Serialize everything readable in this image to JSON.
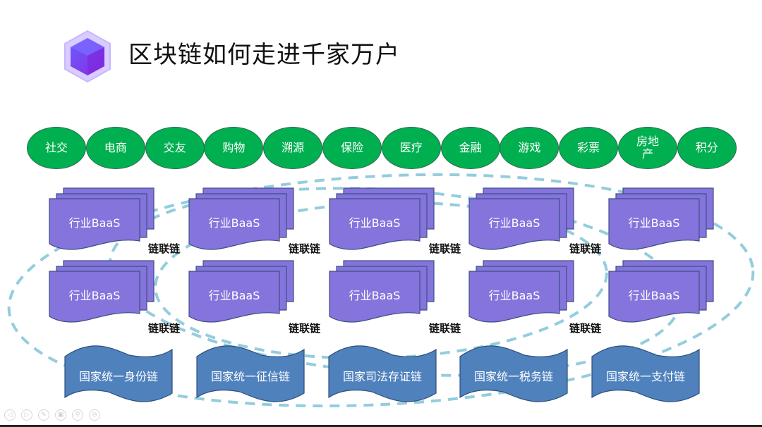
{
  "title": "区块链如何走进千家万户",
  "colors": {
    "pill_fill": "#00b050",
    "baas_fill": "#8474dc",
    "chain_fill": "#4f81bd",
    "dash": "#93cddd",
    "logo": "#7b4dff"
  },
  "logo_icon": "hexagon-cube-icon",
  "scenarios": [
    {
      "label": "社交"
    },
    {
      "label": "电商"
    },
    {
      "label": "交友"
    },
    {
      "label": "购物"
    },
    {
      "label": "溯源"
    },
    {
      "label": "保险"
    },
    {
      "label": "医疗"
    },
    {
      "label": "金融"
    },
    {
      "label": "游戏"
    },
    {
      "label": "彩票"
    },
    {
      "label": "房地产"
    },
    {
      "label": "积分"
    }
  ],
  "baas_rows": [
    [
      {
        "label": "行业BaaS"
      },
      {
        "label": "行业BaaS"
      },
      {
        "label": "行业BaaS"
      },
      {
        "label": "行业BaaS"
      },
      {
        "label": "行业BaaS"
      }
    ],
    [
      {
        "label": "行业BaaS"
      },
      {
        "label": "行业BaaS"
      },
      {
        "label": "行业BaaS"
      },
      {
        "label": "行业BaaS"
      },
      {
        "label": "行业BaaS"
      }
    ]
  ],
  "link_labels": [
    [
      "链联链",
      "链联链",
      "链联链",
      "链联链"
    ],
    [
      "链联链",
      "链联链",
      "链联链",
      "链联链"
    ]
  ],
  "national_chains": [
    {
      "label": "国家统一身份链"
    },
    {
      "label": "国家统一征信链"
    },
    {
      "label": "国家司法存证链"
    },
    {
      "label": "国家统一税务链"
    },
    {
      "label": "国家统一支付链"
    }
  ],
  "nav_controls": [
    {
      "name": "prev-slide",
      "icon": "◁"
    },
    {
      "name": "next-slide",
      "icon": "▷"
    },
    {
      "name": "pen",
      "icon": "✎"
    },
    {
      "name": "slides-overview",
      "icon": "▣"
    },
    {
      "name": "zoom",
      "icon": "⚲"
    },
    {
      "name": "more",
      "icon": "⊖"
    }
  ]
}
